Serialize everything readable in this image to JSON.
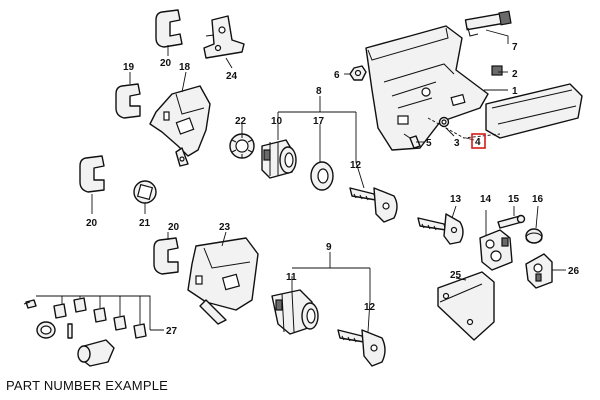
{
  "caption": "PART NUMBER EXAMPLE",
  "highlighted_label": "4",
  "labels": {
    "l1": "1",
    "l2": "2",
    "l3": "3",
    "l4": "4",
    "l5": "5",
    "l6": "6",
    "l7": "7",
    "l8": "8",
    "l9": "9",
    "l10": "10",
    "l11": "11",
    "l12a": "12",
    "l12b": "12",
    "l13": "13",
    "l14": "14",
    "l15": "15",
    "l16": "16",
    "l17": "17",
    "l18": "18",
    "l19": "19",
    "l20a": "20",
    "l20b": "20",
    "l20c": "20",
    "l21": "21",
    "l22": "22",
    "l23": "23",
    "l24": "24",
    "l25": "25",
    "l26": "26",
    "l27": "27"
  },
  "colors": {
    "line": "#111111",
    "highlight": "#d81b1b",
    "part_fill": "#f2f2f2"
  }
}
